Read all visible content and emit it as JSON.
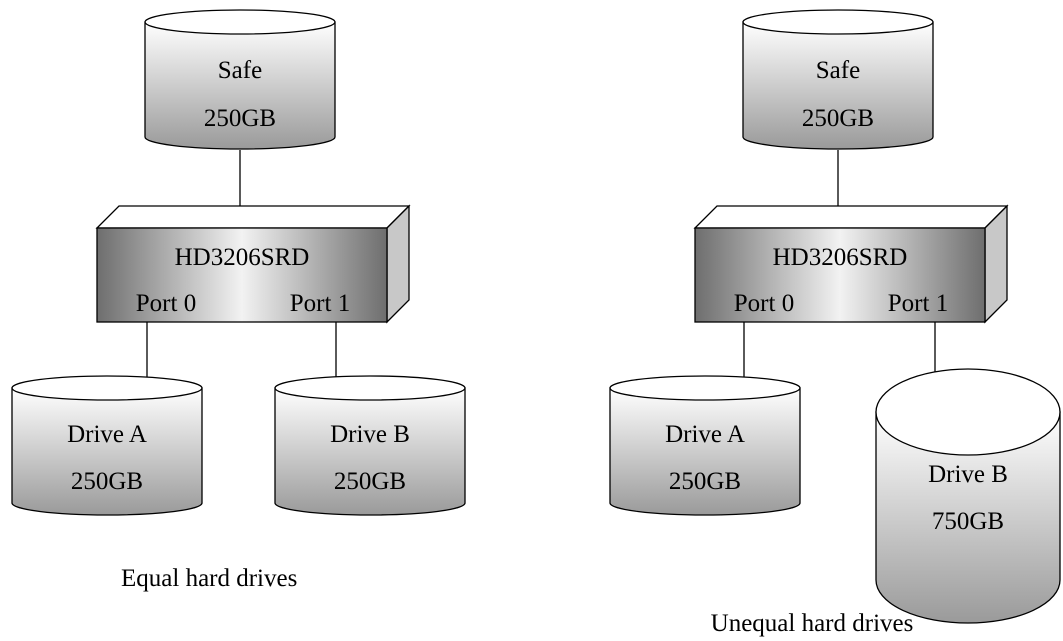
{
  "colors": {
    "outline": "#000000",
    "cylinder_light": "#ffffff",
    "cylinder_dark": "#9a9a9a",
    "box_light": "#f2f2f2",
    "box_dark": "#7a7a7a",
    "box_side": "#c8c8c8"
  },
  "left": {
    "safe": {
      "name": "Safe",
      "size": "250GB"
    },
    "controller": {
      "name": "HD3206SRD",
      "port0": "Port 0",
      "port1": "Port 1"
    },
    "drive_a": {
      "name": "Drive A",
      "size": "250GB"
    },
    "drive_b": {
      "name": "Drive B",
      "size": "250GB"
    },
    "caption": "Equal hard drives"
  },
  "right": {
    "safe": {
      "name": "Safe",
      "size": "250GB"
    },
    "controller": {
      "name": "HD3206SRD",
      "port0": "Port 0",
      "port1": "Port 1"
    },
    "drive_a": {
      "name": "Drive A",
      "size": "250GB"
    },
    "drive_b": {
      "name": "Drive B",
      "size": "750GB"
    },
    "caption": "Unequal hard drives"
  }
}
